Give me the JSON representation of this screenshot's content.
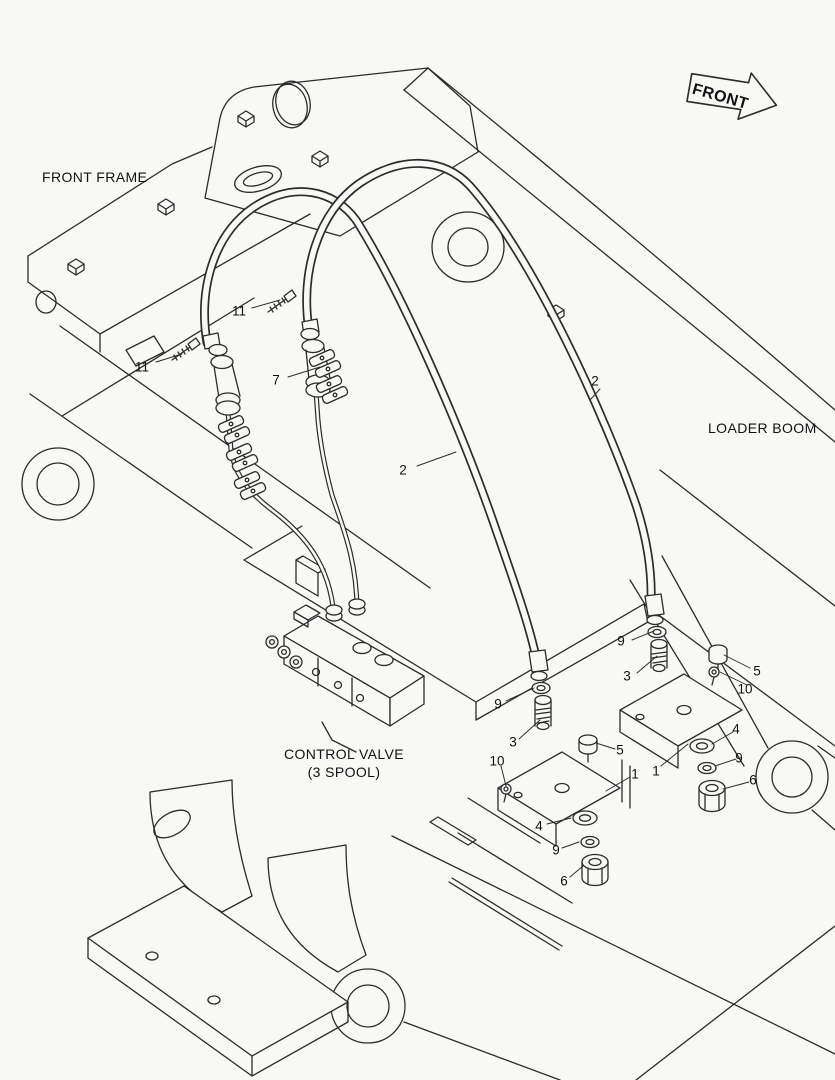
{
  "page": {
    "background_color": "#f8f8f6",
    "line_color": "#2b2b2b"
  },
  "labels": {
    "front_frame": "FRONT FRAME",
    "loader_boom": "LOADER BOOM",
    "control_valve_line1": "CONTROL VALVE",
    "control_valve_line2": "(3 SPOOL)"
  },
  "direction_indicator": {
    "label": "FRONT"
  },
  "callouts": [
    {
      "text": "11"
    },
    {
      "text": "11"
    },
    {
      "text": "7"
    },
    {
      "text": "2"
    },
    {
      "text": "2"
    },
    {
      "text": "9"
    },
    {
      "text": "3"
    },
    {
      "text": "10"
    },
    {
      "text": "5"
    },
    {
      "text": "1"
    },
    {
      "text": "4"
    },
    {
      "text": "9"
    },
    {
      "text": "6"
    },
    {
      "text": "9"
    },
    {
      "text": "3"
    },
    {
      "text": "10"
    },
    {
      "text": "5"
    },
    {
      "text": "1"
    },
    {
      "text": "4"
    },
    {
      "text": "9"
    },
    {
      "text": "6"
    }
  ]
}
